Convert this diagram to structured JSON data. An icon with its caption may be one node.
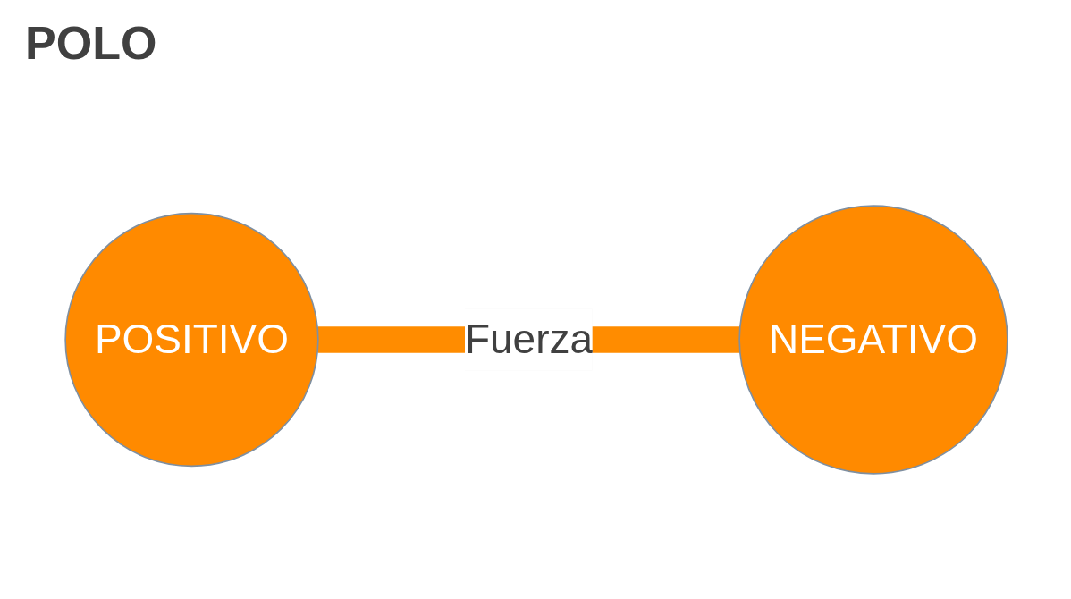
{
  "diagram": {
    "title": "POLO",
    "nodes": [
      {
        "text": [
          "POSITIVO"
        ]
      },
      {
        "text": [
          "NEGATIVO"
        ]
      }
    ],
    "edges": [
      {
        "from": 0,
        "to": 1,
        "arrow": "none",
        "label": "Fuerza"
      }
    ]
  }
}
